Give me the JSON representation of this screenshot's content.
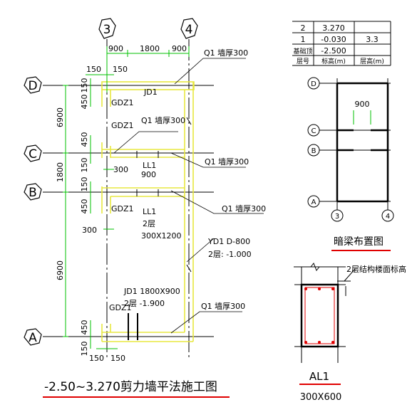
{
  "axes": {
    "col_3": "3",
    "col_4": "4",
    "row_d": "D",
    "row_c": "C",
    "row_b": "B",
    "row_a": "A"
  },
  "dimensions": {
    "top_900_left": "900",
    "top_1800": "1800",
    "top_900_right": "900",
    "d_150a": "150",
    "d_150b": "150",
    "d_150_vert": "150",
    "d_450_top": "450",
    "d_6900_top": "6900",
    "d_450_c": "450",
    "d_1800": "1800",
    "d_150_c": "150",
    "d_150_b": "150",
    "d_300_c": "300",
    "d_450_b": "450",
    "d_300_b": "300",
    "d_6900_bottom": "6900",
    "d_450_a": "450",
    "d_150_a": "150",
    "d_150_bot_l": "150",
    "d_150_bot_r": "150"
  },
  "labels": {
    "q1_top": "Q1 墙厚300",
    "jd1_top": "JD1",
    "gdz1_top": "GDZ1",
    "gdz1_c": "GDZ1",
    "q1_mid": "Q1 墙厚300",
    "q1_right_c": "Q1 墙厚300",
    "ll1": "LL1",
    "ll1_900": "900",
    "ll1_b": "LL1",
    "ll1_b_floor": "2层",
    "ll1_b_size": "300X1200",
    "gdz1_b": "GDZ1",
    "q1_right_b": "Q1 墙厚300",
    "yd1": "YD1 D-800",
    "yd1_floor": "2层: -1.000",
    "jd1_bottom": "JD1 1800X900",
    "jd1_bottom_floor": "2层  -1.900",
    "q1_bottom": "Q1 墙厚300",
    "gdz1_a": "GDZ1",
    "main_title": "-2.50~3.270剪力墙平法施工图"
  },
  "floor_table": {
    "rows": [
      {
        "floor": "2",
        "elev": "3.270",
        "height": ""
      },
      {
        "floor": "1",
        "elev": "-0.030",
        "height": "3.3"
      },
      {
        "floor": "基础顶",
        "elev": "-2.500",
        "height": ""
      }
    ],
    "header": {
      "floor": "层号",
      "elev": "标高(m)",
      "height": "层高(m)"
    }
  },
  "beam_plan": {
    "axis_d": "D",
    "axis_c": "C",
    "axis_b": "B",
    "axis_a": "A",
    "axis_3": "3",
    "axis_4": "4",
    "dim_900": "900",
    "title": "暗梁布置图"
  },
  "section": {
    "label": "2层结构楼面标高",
    "name": "AL1",
    "size": "300X600"
  },
  "colors": {
    "dim_line": "#00c000",
    "wall": "#e8e840",
    "underline": "#e00000"
  }
}
